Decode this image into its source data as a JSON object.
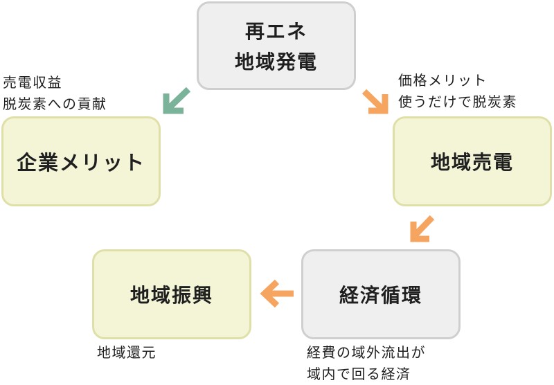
{
  "nodes": {
    "renewable": {
      "line1": "再エネ",
      "line2": "地域発電"
    },
    "corporate": {
      "label": "企業メリット"
    },
    "local_power": {
      "label": "地域売電"
    },
    "economic_cycle": {
      "label": "経済循環"
    },
    "regional_revitalization": {
      "label": "地域振興"
    }
  },
  "notes": {
    "corporate": {
      "line1": "売電収益",
      "line2": "脱炭素への貢献"
    },
    "local_power": {
      "line1": "価格メリット",
      "line2": "使うだけで脱炭素"
    },
    "economic_cycle": {
      "line1": "経費の域外流出が",
      "line2": "域内で回る経済"
    },
    "regional": {
      "line1": "地域還元"
    }
  },
  "colors": {
    "gray_fill": "#efefef",
    "gray_border": "#cfcfcf",
    "yellow_fill": "#f4f5d6",
    "yellow_border": "#dfe0a8",
    "orange_arrow": "#f6a561",
    "green_arrow": "#7ab39a"
  }
}
